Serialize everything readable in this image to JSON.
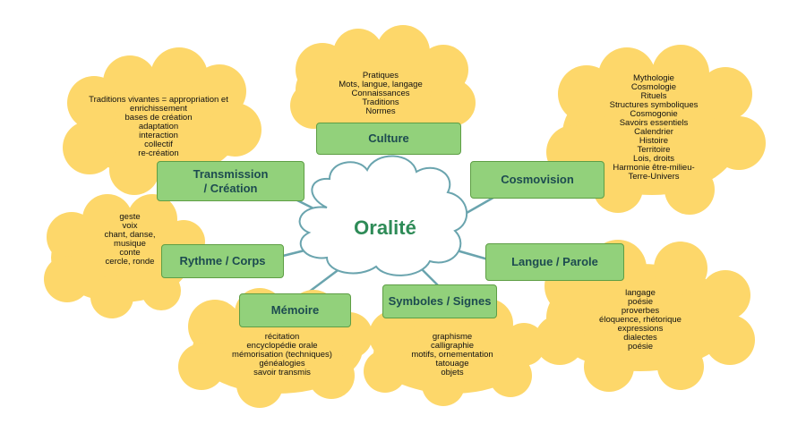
{
  "diagram": {
    "center": {
      "title": "Oralité"
    },
    "colors": {
      "cloud_fill": "#fdd76a",
      "box_fill": "#92d17b",
      "box_border": "#5e9e45",
      "box_text": "#1d4b50",
      "center_text": "#2e8b57",
      "connector": "#6aa4ae"
    },
    "branches": {
      "culture": {
        "label": "Culture",
        "items": [
          "Pratiques",
          "Mots, langue, langage",
          "Connaissances",
          "Traditions",
          "Normes"
        ]
      },
      "transmission": {
        "label_line1": "Transmission",
        "label_line2": "/ Création",
        "items": [
          "Traditions vivantes = appropriation et",
          "enrichissement",
          "bases de création",
          "adaptation",
          "interaction",
          "collectif",
          "re-création"
        ]
      },
      "cosmovision": {
        "label": "Cosmovision",
        "items": [
          "Mythologie",
          "Cosmologie",
          "Rituels",
          "Structures symboliques",
          "Cosmogonie",
          "Savoirs essentiels",
          "Calendrier",
          "Histoire",
          "Territoire",
          "Lois, droits",
          "Harmonie être-milieu-",
          "Terre-Univers"
        ]
      },
      "rythme": {
        "label": "Rythme / Corps",
        "items": [
          "geste",
          "voix",
          "chant, danse,",
          "musique",
          "conte",
          "cercle, ronde"
        ]
      },
      "langue": {
        "label": "Langue / Parole",
        "items": [
          "langage",
          "poésie",
          "proverbes",
          "éloquence, rhétorique",
          "expressions",
          "dialectes",
          "poésie"
        ]
      },
      "memoire": {
        "label": "Mémoire",
        "items": [
          "récitation",
          "encyclopédie orale",
          "mémorisation (techniques)",
          "généalogies",
          "savoir transmis"
        ]
      },
      "symboles": {
        "label": "Symboles / Signes",
        "items": [
          "graphisme",
          "calligraphie",
          "motifs, ornementation",
          "tatouage",
          "objets"
        ]
      }
    }
  }
}
